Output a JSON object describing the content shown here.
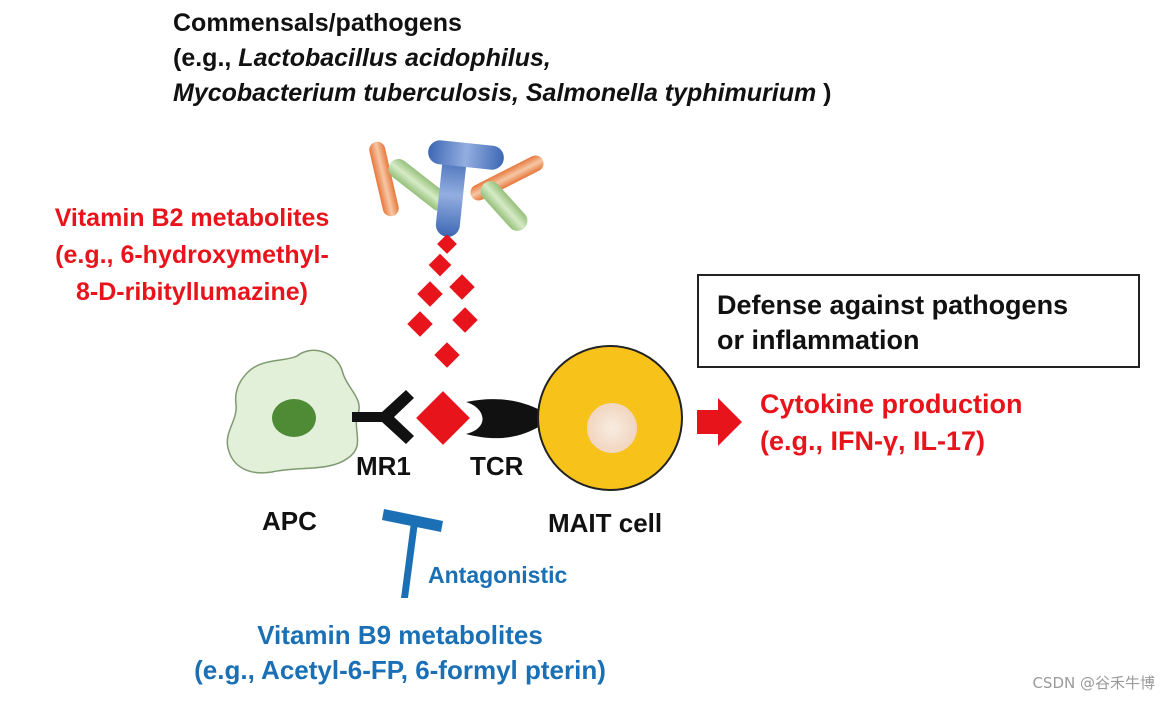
{
  "microbes": {
    "title": "Commensals/pathogens",
    "examples_prefix": "(e.g., ",
    "examples_line1": "Lactobacillus  acidophilus,",
    "examples_line2": "Mycobacterium tuberculosis, Salmonella typhimurium",
    "examples_suffix": " )"
  },
  "vitamin_b2": {
    "title": "Vitamin B2 metabolites",
    "example_line1": "(e.g., 6-hydroxymethyl-",
    "example_line2": "8-D-ribityllumazine)"
  },
  "outcome_box": {
    "line1": "Defense against pathogens",
    "line2": "or inflammation"
  },
  "cytokine": {
    "title": "Cytokine production",
    "example": "(e.g., IFN-γ, IL-17)"
  },
  "labels": {
    "mr1": "MR1",
    "tcr": "TCR",
    "apc": "APC",
    "mait": "MAIT cell",
    "antagonistic": "Antagonistic"
  },
  "vitamin_b9": {
    "title": "Vitamin B9 metabolites",
    "example": "(e.g., Acetyl-6-FP, 6-formyl pterin)"
  },
  "watermark": "CSDN @谷禾牛博",
  "colors": {
    "red": "#e8141b",
    "blue": "#1a6fb5",
    "apc_fill": "#e2efd9",
    "apc_nucleus": "#4f8a35",
    "mait_fill": "#f7c21a",
    "mait_border": "#222222"
  }
}
